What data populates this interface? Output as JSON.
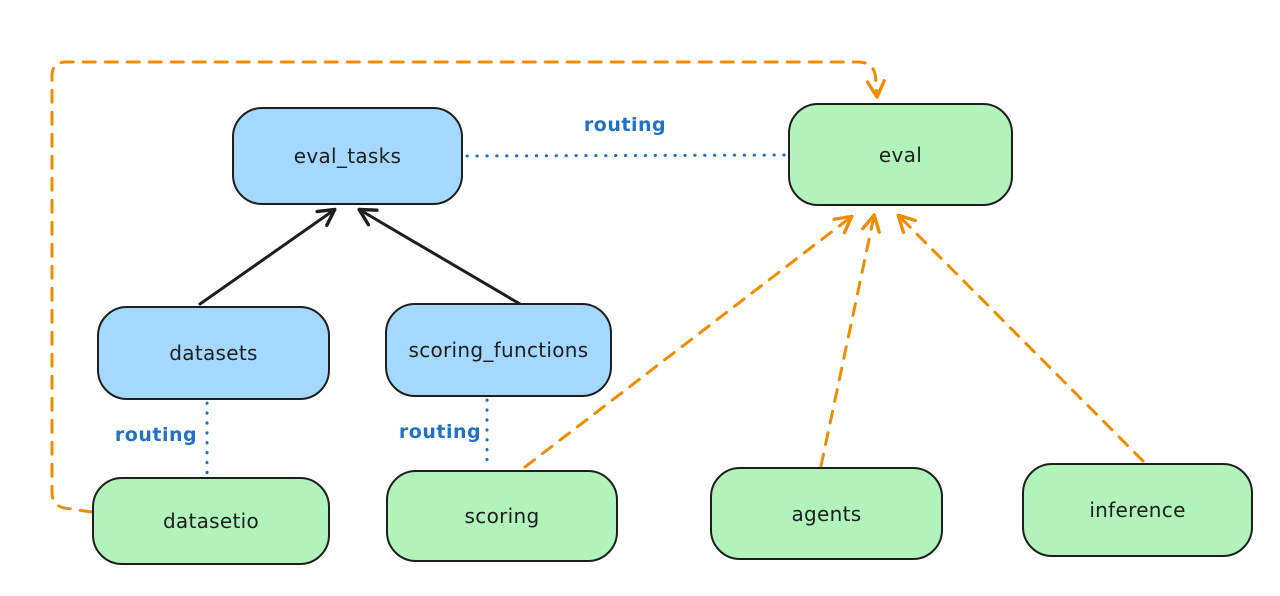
{
  "diagram": {
    "title": "",
    "colors": {
      "api_box_fill": "#a5d8ff",
      "provider_box_fill": "#b2f2bb",
      "box_stroke": "#1e1e1e",
      "solid_arrow": "#1e1e1e",
      "routing_edge": "#2272c3",
      "provider_edge": "#f08c00",
      "background": "#ffffff"
    },
    "nodes": [
      {
        "id": "eval_tasks",
        "label": "eval_tasks",
        "kind": "api",
        "fill": "#a5d8ff"
      },
      {
        "id": "eval",
        "label": "eval",
        "kind": "provider",
        "fill": "#b2f2bb"
      },
      {
        "id": "datasets",
        "label": "datasets",
        "kind": "api",
        "fill": "#a5d8ff"
      },
      {
        "id": "scoring_functions",
        "label": "scoring_functions",
        "kind": "api",
        "fill": "#a5d8ff"
      },
      {
        "id": "datasetio",
        "label": "datasetio",
        "kind": "provider",
        "fill": "#b2f2bb"
      },
      {
        "id": "scoring",
        "label": "scoring",
        "kind": "provider",
        "fill": "#b2f2bb"
      },
      {
        "id": "agents",
        "label": "agents",
        "kind": "provider",
        "fill": "#b2f2bb"
      },
      {
        "id": "inference",
        "label": "inference",
        "kind": "provider",
        "fill": "#b2f2bb"
      }
    ],
    "edges": [
      {
        "from": "datasets",
        "to": "eval_tasks",
        "style": "solid",
        "arrow": true,
        "color": "#1e1e1e",
        "label": ""
      },
      {
        "from": "scoring_functions",
        "to": "eval_tasks",
        "style": "solid",
        "arrow": true,
        "color": "#1e1e1e",
        "label": ""
      },
      {
        "from": "eval_tasks",
        "to": "eval",
        "style": "dotted",
        "arrow": false,
        "color": "#2272c3",
        "label": "routing"
      },
      {
        "from": "datasets",
        "to": "datasetio",
        "style": "dotted",
        "arrow": false,
        "color": "#2272c3",
        "label": "routing"
      },
      {
        "from": "scoring_functions",
        "to": "scoring",
        "style": "dotted",
        "arrow": false,
        "color": "#2272c3",
        "label": "routing"
      },
      {
        "from": "scoring",
        "to": "eval",
        "style": "dashed",
        "arrow": true,
        "color": "#f08c00",
        "label": ""
      },
      {
        "from": "agents",
        "to": "eval",
        "style": "dashed",
        "arrow": true,
        "color": "#f08c00",
        "label": ""
      },
      {
        "from": "inference",
        "to": "eval",
        "style": "dashed",
        "arrow": true,
        "color": "#f08c00",
        "label": ""
      },
      {
        "from": "datasetio",
        "to": "eval",
        "style": "dashed",
        "arrow": true,
        "color": "#f08c00",
        "label": "",
        "route": "left-top-loop"
      }
    ]
  }
}
